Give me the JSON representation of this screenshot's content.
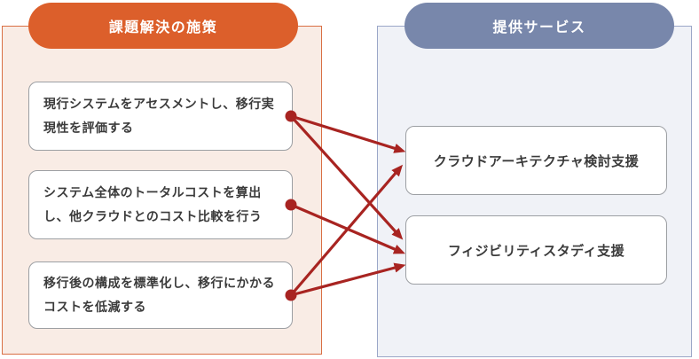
{
  "diagram": {
    "left_panel": {
      "title": "課題解決の施策",
      "items": [
        "現行システムをアセスメントし、移行実現性を評価する",
        "システム全体のトータルコストを算出し、他クラウドとのコスト比較を行う",
        "移行後の構成を標準化し、移行にかかるコストを低減する"
      ]
    },
    "right_panel": {
      "title": "提供サービス",
      "items": [
        "クラウドアーキテクチャ検討支援",
        "フィジビリティスタディ支援"
      ]
    },
    "connections": [
      {
        "from": 0,
        "to": 0
      },
      {
        "from": 0,
        "to": 1
      },
      {
        "from": 1,
        "to": 1
      },
      {
        "from": 2,
        "to": 0
      },
      {
        "from": 2,
        "to": 1
      }
    ],
    "colors": {
      "left_accent": "#DC5F2B",
      "left_bg": "#F9ECE5",
      "left_border": "#D96F44",
      "right_accent": "#7887AB",
      "right_bg": "#F0F2F7",
      "right_border": "#9BA7C8",
      "arrow": "#A82421",
      "box_border": "#9C9FA3",
      "text": "#3B3B3B"
    }
  }
}
